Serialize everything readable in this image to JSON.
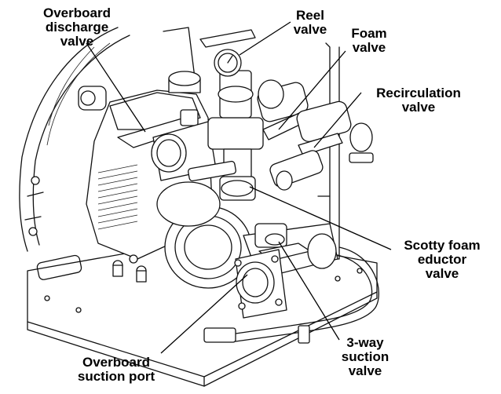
{
  "labels": {
    "overboard_discharge": [
      "Overboard",
      "discharge",
      "valve"
    ],
    "reel": [
      "Reel",
      "valve"
    ],
    "foam": [
      "Foam",
      "valve"
    ],
    "recirculation": [
      "Recirculation",
      "valve"
    ],
    "scotty": [
      "Scotty foam",
      "eductor",
      "valve"
    ],
    "three_way": [
      "3-way",
      "suction",
      "valve"
    ],
    "overboard_suction": [
      "Overboard",
      "suction port"
    ]
  }
}
